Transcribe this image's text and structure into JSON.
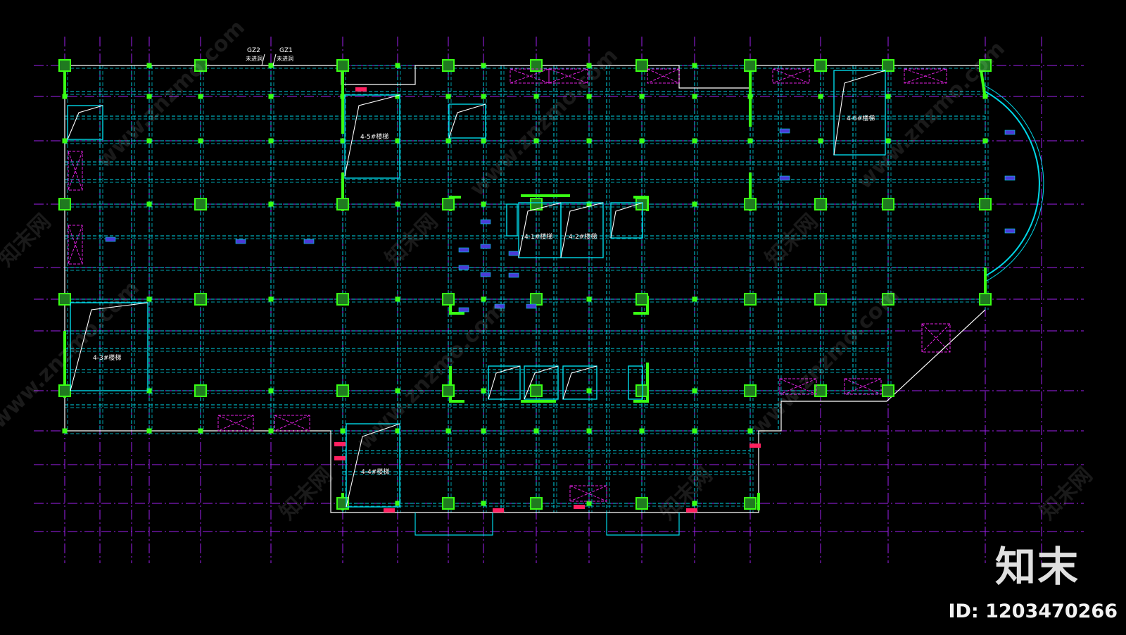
{
  "drawing": {
    "column_tags": [
      "GZ2",
      "GZ1"
    ],
    "column_notes": [
      "未进洞",
      "未进洞"
    ],
    "stairs": [
      "4-5#楼梯",
      "4-6#楼梯",
      "4-1#楼梯",
      "4-2#楼梯",
      "4-3#楼梯",
      "4-4#楼梯"
    ]
  },
  "watermark": {
    "logo_text": "知末",
    "id_text": "ID: 1203470266",
    "repeat": [
      "知末网",
      "www.znzmo.com"
    ]
  },
  "colors": {
    "axis": "#a020f0",
    "beam": "#00d8e8",
    "wall": "#39ff14",
    "opening": "#e020e0",
    "label_bg": "#ff2060"
  }
}
